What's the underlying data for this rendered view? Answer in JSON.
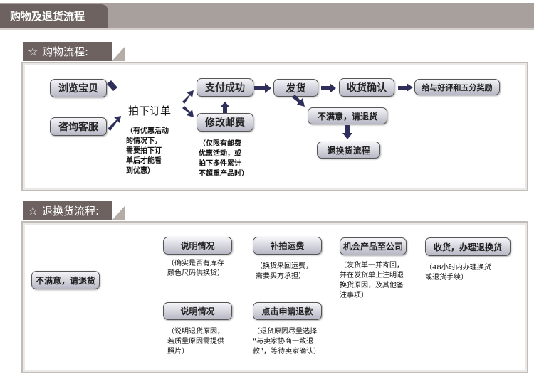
{
  "header": {
    "title": "购物及退货流程"
  },
  "shopping": {
    "section_title": "购物流程:",
    "icon": "star-outline-icon",
    "browse": "浏览宝贝",
    "consult": "咨询客服",
    "order": "拍下订单",
    "order_note": "（有优惠活动\n的情况下，\n需要拍下订\n单后才能看\n到优惠）",
    "pay": "支付成功",
    "modify": "修改邮费",
    "modify_note": "（仅限有邮费\n优惠活动，或\n拍下多件累计\n不超重产品时）",
    "ship": "发货",
    "confirm": "收货确认",
    "reward": "给与好评和五分奖励",
    "unsatisfied": "不满意，请退货",
    "return_flow": "退换货流程"
  },
  "returns": {
    "section_title": "退换货流程:",
    "icon": "star-outline-icon",
    "unsatisfied": "不满意，请退货",
    "explain1": "说明情况",
    "explain1_note": "（确实是否有库存\n颜色尺码供换货）",
    "shipping_fee": "补拍运费",
    "shipping_fee_note": "（换货来回运费，\n需要买方承担）",
    "send_back": "机会产品至公司",
    "send_back_note": "（发货单一并寄回，\n并在发货单上注明退\n换货原因，及其他备\n注事项）",
    "receive": "收货，办理退换货",
    "receive_note": "（48小时内办理换货\n或退货手续）",
    "explain2": "说明情况",
    "explain2_note": "（说明退货原因，\n若质量原因需提供\n照片）",
    "refund": "点击申请退款",
    "refund_note": "（退货原因尽量选择\n“与卖家协商一致退\n款”，等待卖家确认）"
  },
  "colors": {
    "arrow": "#2e2f5a",
    "tab": "#6e6260",
    "bar": "#a8a09d"
  }
}
